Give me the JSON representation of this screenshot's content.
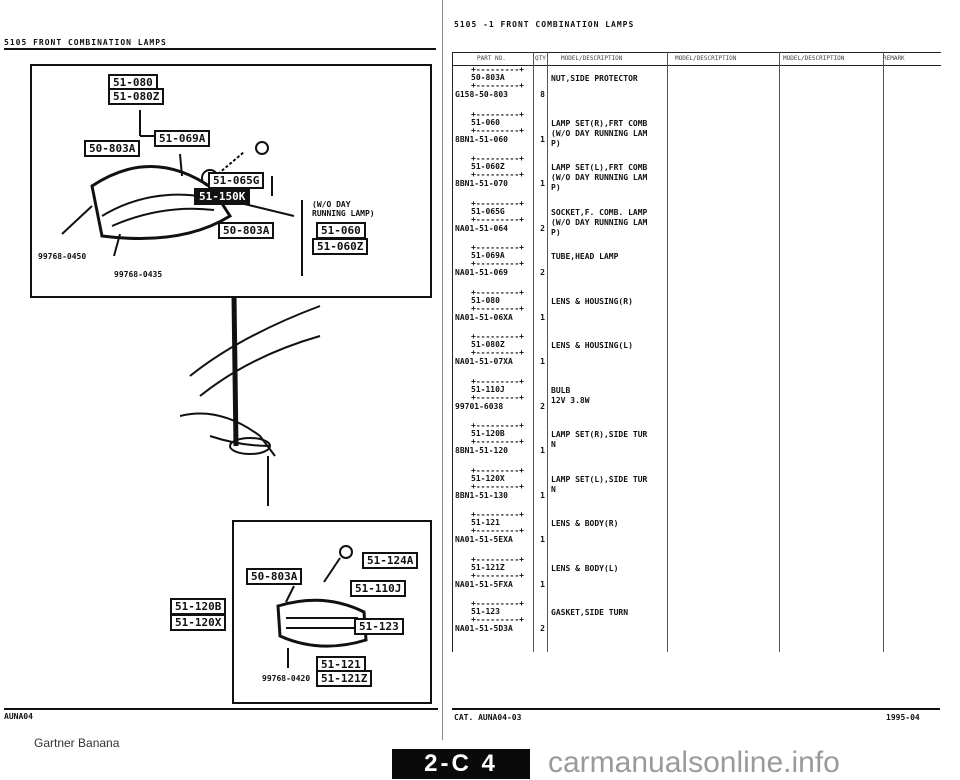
{
  "left_page": {
    "header": "5105   FRONT COMBINATION LAMPS",
    "footer_code": "AUNA04",
    "callouts_top": [
      "51-080",
      "51-080Z",
      "50-803A",
      "51-069A",
      "51-065G",
      "51-150K",
      "50-803A"
    ],
    "note_lines": [
      "(W/O DAY",
      "RUNNING LAMP)"
    ],
    "note_callouts": [
      "51-060",
      "51-060Z"
    ],
    "part_labels_top": [
      "99768-0450",
      "99768-0435"
    ],
    "callouts_bottom": [
      "51-124A",
      "50-803A",
      "51-110J",
      "51-120B",
      "51-120X",
      "51-123",
      "51-121",
      "51-121Z"
    ],
    "part_label_bottom": "99768-0420"
  },
  "right_page": {
    "header": "5105  -1    FRONT COMBINATION LAMPS",
    "columns": [
      "PART NO.",
      "QTY",
      "MODEL/DESCRIPTION",
      "MODEL/DESCRIPTION",
      "MODEL/DESCRIPTION",
      "REMARK"
    ],
    "rows": [
      {
        "ref": "50-803A",
        "part_no": "G158-50-803",
        "qty": "8",
        "desc": "NUT,SIDE PROTECTOR"
      },
      {
        "ref": "51-060",
        "part_no": "8BN1-51-060",
        "qty": "1",
        "desc": "LAMP SET(R),FRT COMB\n(W/O DAY RUNNING LAM\nP)"
      },
      {
        "ref": "51-060Z",
        "part_no": "8BN1-51-070",
        "qty": "1",
        "desc": "LAMP SET(L),FRT COMB\n(W/O DAY RUNNING LAM\nP)"
      },
      {
        "ref": "51-065G",
        "part_no": "NA01-51-064",
        "qty": "2",
        "desc": "SOCKET,F. COMB. LAMP\n(W/O DAY RUNNING LAM\nP)"
      },
      {
        "ref": "51-069A",
        "part_no": "NA01-51-069",
        "qty": "2",
        "desc": "TUBE,HEAD LAMP"
      },
      {
        "ref": "51-080",
        "part_no": "NA01-51-06XA",
        "qty": "1",
        "desc": "LENS & HOUSING(R)"
      },
      {
        "ref": "51-080Z",
        "part_no": "NA01-51-07XA",
        "qty": "1",
        "desc": "LENS & HOUSING(L)"
      },
      {
        "ref": "51-110J",
        "part_no": "99701-6038",
        "qty": "2",
        "desc": "BULB\n12V 3.8W"
      },
      {
        "ref": "51-120B",
        "part_no": "8BN1-51-120",
        "qty": "1",
        "desc": "LAMP SET(R),SIDE TUR\nN"
      },
      {
        "ref": "51-120X",
        "part_no": "8BN1-51-130",
        "qty": "1",
        "desc": "LAMP SET(L),SIDE TUR\nN"
      },
      {
        "ref": "51-121",
        "part_no": "NA01-51-5EXA",
        "qty": "1",
        "desc": "LENS & BODY(R)"
      },
      {
        "ref": "51-121Z",
        "part_no": "NA01-51-5FXA",
        "qty": "1",
        "desc": "LENS & BODY(L)"
      },
      {
        "ref": "51-123",
        "part_no": "NA01-51-5D3A",
        "qty": "2",
        "desc": "GASKET,SIDE TURN"
      }
    ],
    "footer_code": "CAT. AUNA04-03",
    "footer_year": "1995-04"
  },
  "watermark": "Gartner Banana",
  "page_badge": "2-C 4",
  "site_watermark": "carmanualsonline.info"
}
